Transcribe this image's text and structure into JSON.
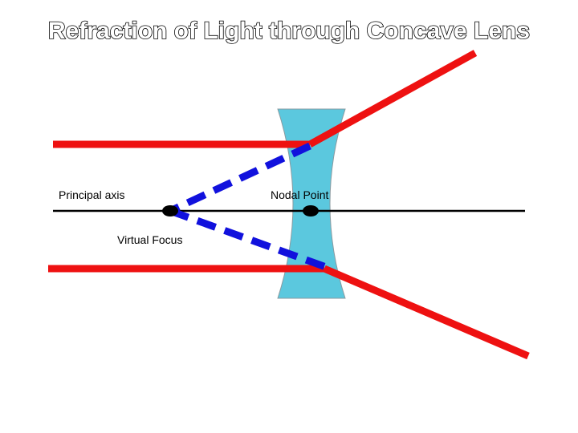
{
  "title": "Refraction of Light through Concave Lens",
  "labels": {
    "principal_axis": "Principal axis",
    "nodal_point": "Nodal Point",
    "virtual_focus": "Virtual Focus"
  },
  "colors": {
    "ray": "#ee1111",
    "virtual_ray": "#1111dd",
    "lens": "#5bc8de",
    "axis": "#000000",
    "point": "#000000"
  }
}
